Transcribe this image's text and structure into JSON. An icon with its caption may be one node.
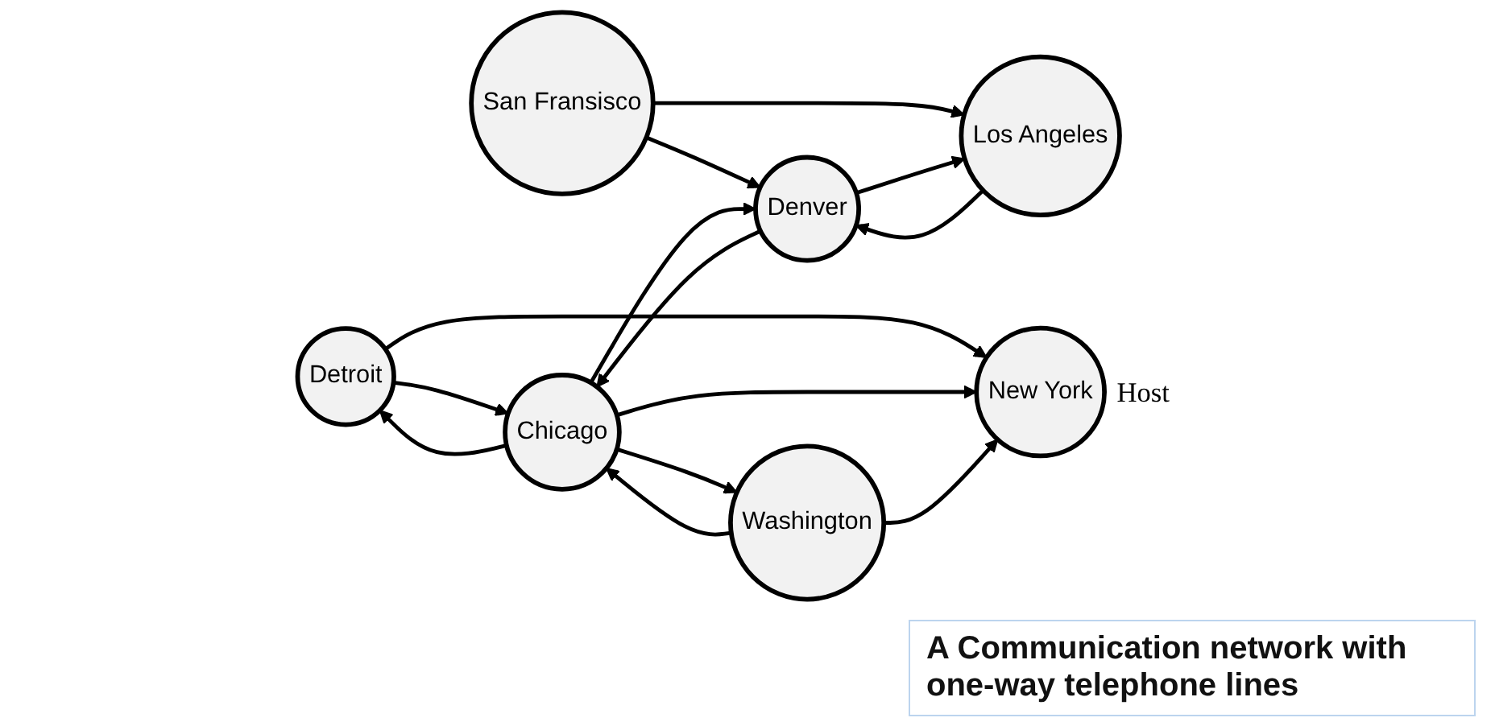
{
  "diagram": {
    "caption": "A Communication network with one-way telephone lines",
    "nodes": [
      {
        "text": [
          "Detroit"
        ]
      },
      {
        "text": [
          "Chicago"
        ]
      },
      {
        "text": [
          "New York"
        ],
        "beside": [
          "Host"
        ]
      },
      {
        "text": [
          "San Fransisco"
        ]
      },
      {
        "text": [
          "Washington"
        ]
      },
      {
        "text": [
          "Denver"
        ]
      },
      {
        "text": [
          "Los Angeles"
        ]
      }
    ],
    "edges": [
      {
        "from": 3,
        "to": 5,
        "arrow": "to"
      },
      {
        "from": 3,
        "to": 6,
        "arrow": "to"
      },
      {
        "from": 6,
        "to": 5,
        "arrow": "to"
      },
      {
        "from": 5,
        "to": 6,
        "arrow": "to"
      },
      {
        "from": 5,
        "to": 1,
        "arrow": "to"
      },
      {
        "from": 1,
        "to": 5,
        "arrow": "to"
      },
      {
        "from": 1,
        "to": 0,
        "arrow": "to"
      },
      {
        "from": 0,
        "to": 1,
        "arrow": "to"
      },
      {
        "from": 0,
        "to": 2,
        "arrow": "to"
      },
      {
        "from": 1,
        "to": 2,
        "arrow": "to"
      },
      {
        "from": 1,
        "to": 4,
        "arrow": "to"
      },
      {
        "from": 4,
        "to": 1,
        "arrow": "to"
      },
      {
        "from": 4,
        "to": 2,
        "arrow": "to"
      }
    ]
  }
}
